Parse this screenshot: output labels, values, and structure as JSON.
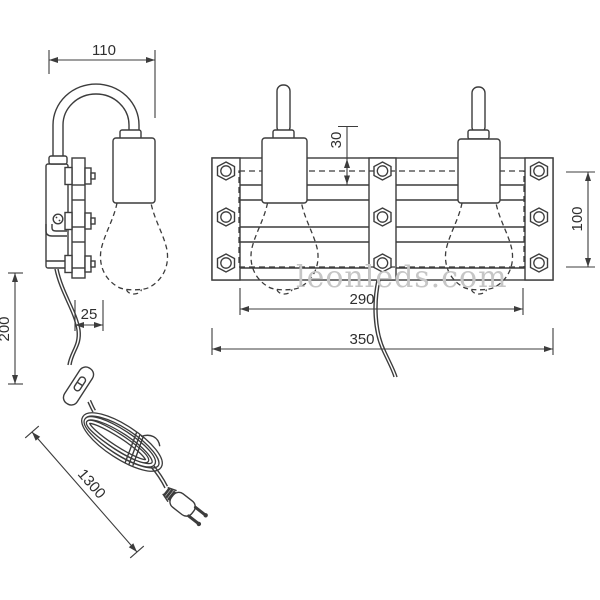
{
  "watermark": "leonleds.com",
  "side_view": {
    "arm_width": "110",
    "cord_wall_offset": "25",
    "cord_drop_length": "200",
    "cable_length": "1300"
  },
  "front_view": {
    "top_offset": "30",
    "backboard_height": "100",
    "backboard_width": "290",
    "overall_width": "350"
  },
  "colors": {
    "line": "#3c3c3c",
    "dim_text": "#2f2f2f",
    "watermark": "#c6c6c6"
  }
}
